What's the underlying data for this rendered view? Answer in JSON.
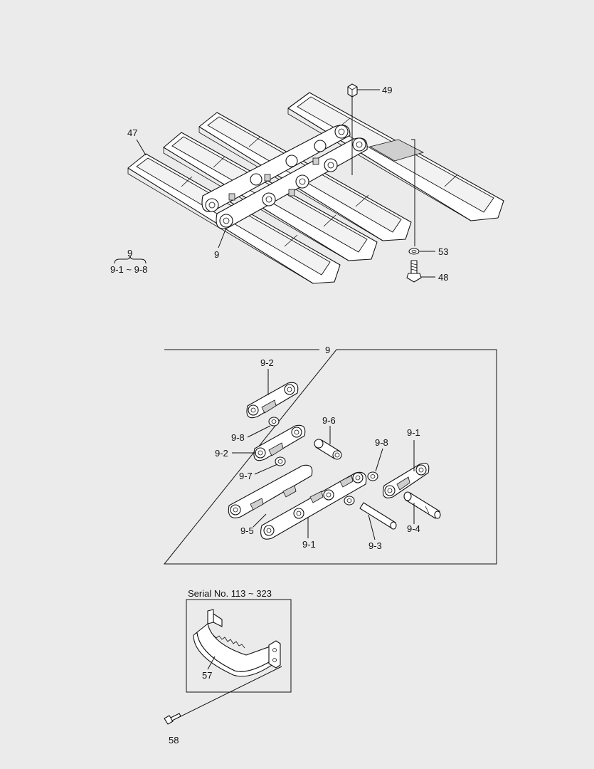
{
  "labels": {
    "p49": "49",
    "p47": "47",
    "p9_top": "9",
    "p53": "53",
    "p48": "48",
    "brace_top": "9",
    "brace_bottom": "9-1 ~ 9-8",
    "box_title": "9",
    "p9_2a": "9-2",
    "p9_8a": "9-8",
    "p9_6": "9-6",
    "p9_1a": "9-1",
    "p9_2b": "9-2",
    "p9_8b": "9-8",
    "p9_7": "9-7",
    "p9_5": "9-5",
    "p9_1b": "9-1",
    "p9_3": "9-3",
    "p9_4": "9-4",
    "serial": "Serial No. 113 ~ 323",
    "p57": "57",
    "p58": "58"
  },
  "colors": {
    "background": "#ebebeb",
    "line": "#111111",
    "part_fill": "#ffffff"
  }
}
